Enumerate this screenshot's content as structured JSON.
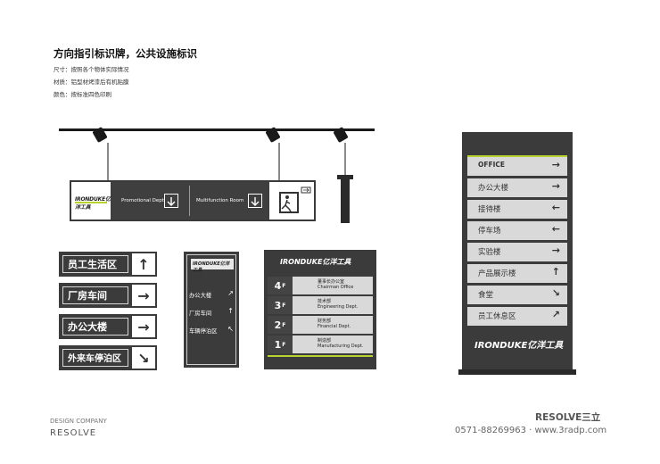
{
  "header": {
    "title": "方向指引标识牌，公共设施标识",
    "size_line": "尺寸：按照各个物体实际情况",
    "material_line": "材质：铝型材烤漆后有机贴膜",
    "color_line": "颜色：按标准四色印刷"
  },
  "hanging_sign": {
    "logo_text": "IRONDUKE亿洋工具",
    "dept1": "Promotional Dept",
    "dept2": "Multifunction Room"
  },
  "small_signs": [
    {
      "label": "员工生活区",
      "arrow": "↑"
    },
    {
      "label": "厂房车间",
      "arrow": "→"
    },
    {
      "label": "办公大楼",
      "arrow": "→"
    },
    {
      "label": "外来车停泊区",
      "arrow": "↘"
    }
  ],
  "tall_sign": {
    "logo_text": "IRONDUKE亿洋工具",
    "rows": [
      {
        "label": "办公大楼",
        "arrow": "↗"
      },
      {
        "label": "厂房车间",
        "arrow": "↑"
      },
      {
        "label": "车辆停泊区",
        "arrow": "↖"
      }
    ]
  },
  "directory_sign": {
    "logo_text": "IRONDUKE亿洋工具",
    "floors": [
      {
        "num": "4",
        "unit": "F",
        "cn": "董事长办公室",
        "en": "Chairman  Office"
      },
      {
        "num": "3",
        "unit": "F",
        "cn": "技术部",
        "en": "Engineering  Dept."
      },
      {
        "num": "2",
        "unit": "F",
        "cn": "财务部",
        "en": "Financial  Dept."
      },
      {
        "num": "1",
        "unit": "F",
        "cn": "制造部",
        "en": "Manufacturing  Dept."
      }
    ]
  },
  "pylon": {
    "rows": [
      {
        "label": "OFFICE",
        "arrow": "→"
      },
      {
        "label": "办公大楼",
        "arrow": "→"
      },
      {
        "label": "接待楼",
        "arrow": "←"
      },
      {
        "label": "停车场",
        "arrow": "←"
      },
      {
        "label": "实验楼",
        "arrow": "→"
      },
      {
        "label": "产品展示楼",
        "arrow": "↑"
      },
      {
        "label": "食堂",
        "arrow": "↘"
      },
      {
        "label": "员工休息区",
        "arrow": "↗"
      }
    ],
    "logo_text": "IRONDUKE亿洋工具"
  },
  "footer": {
    "left1": "DESIGN COMPANY",
    "left2": "RESOLVE",
    "right1": "RESOLVE三立",
    "right2": "0571-88269963 · www.3radp.com"
  },
  "colors": {
    "dark": "#3b3b3b",
    "accent": "#b6d32f",
    "panel": "#d9d9d9"
  }
}
